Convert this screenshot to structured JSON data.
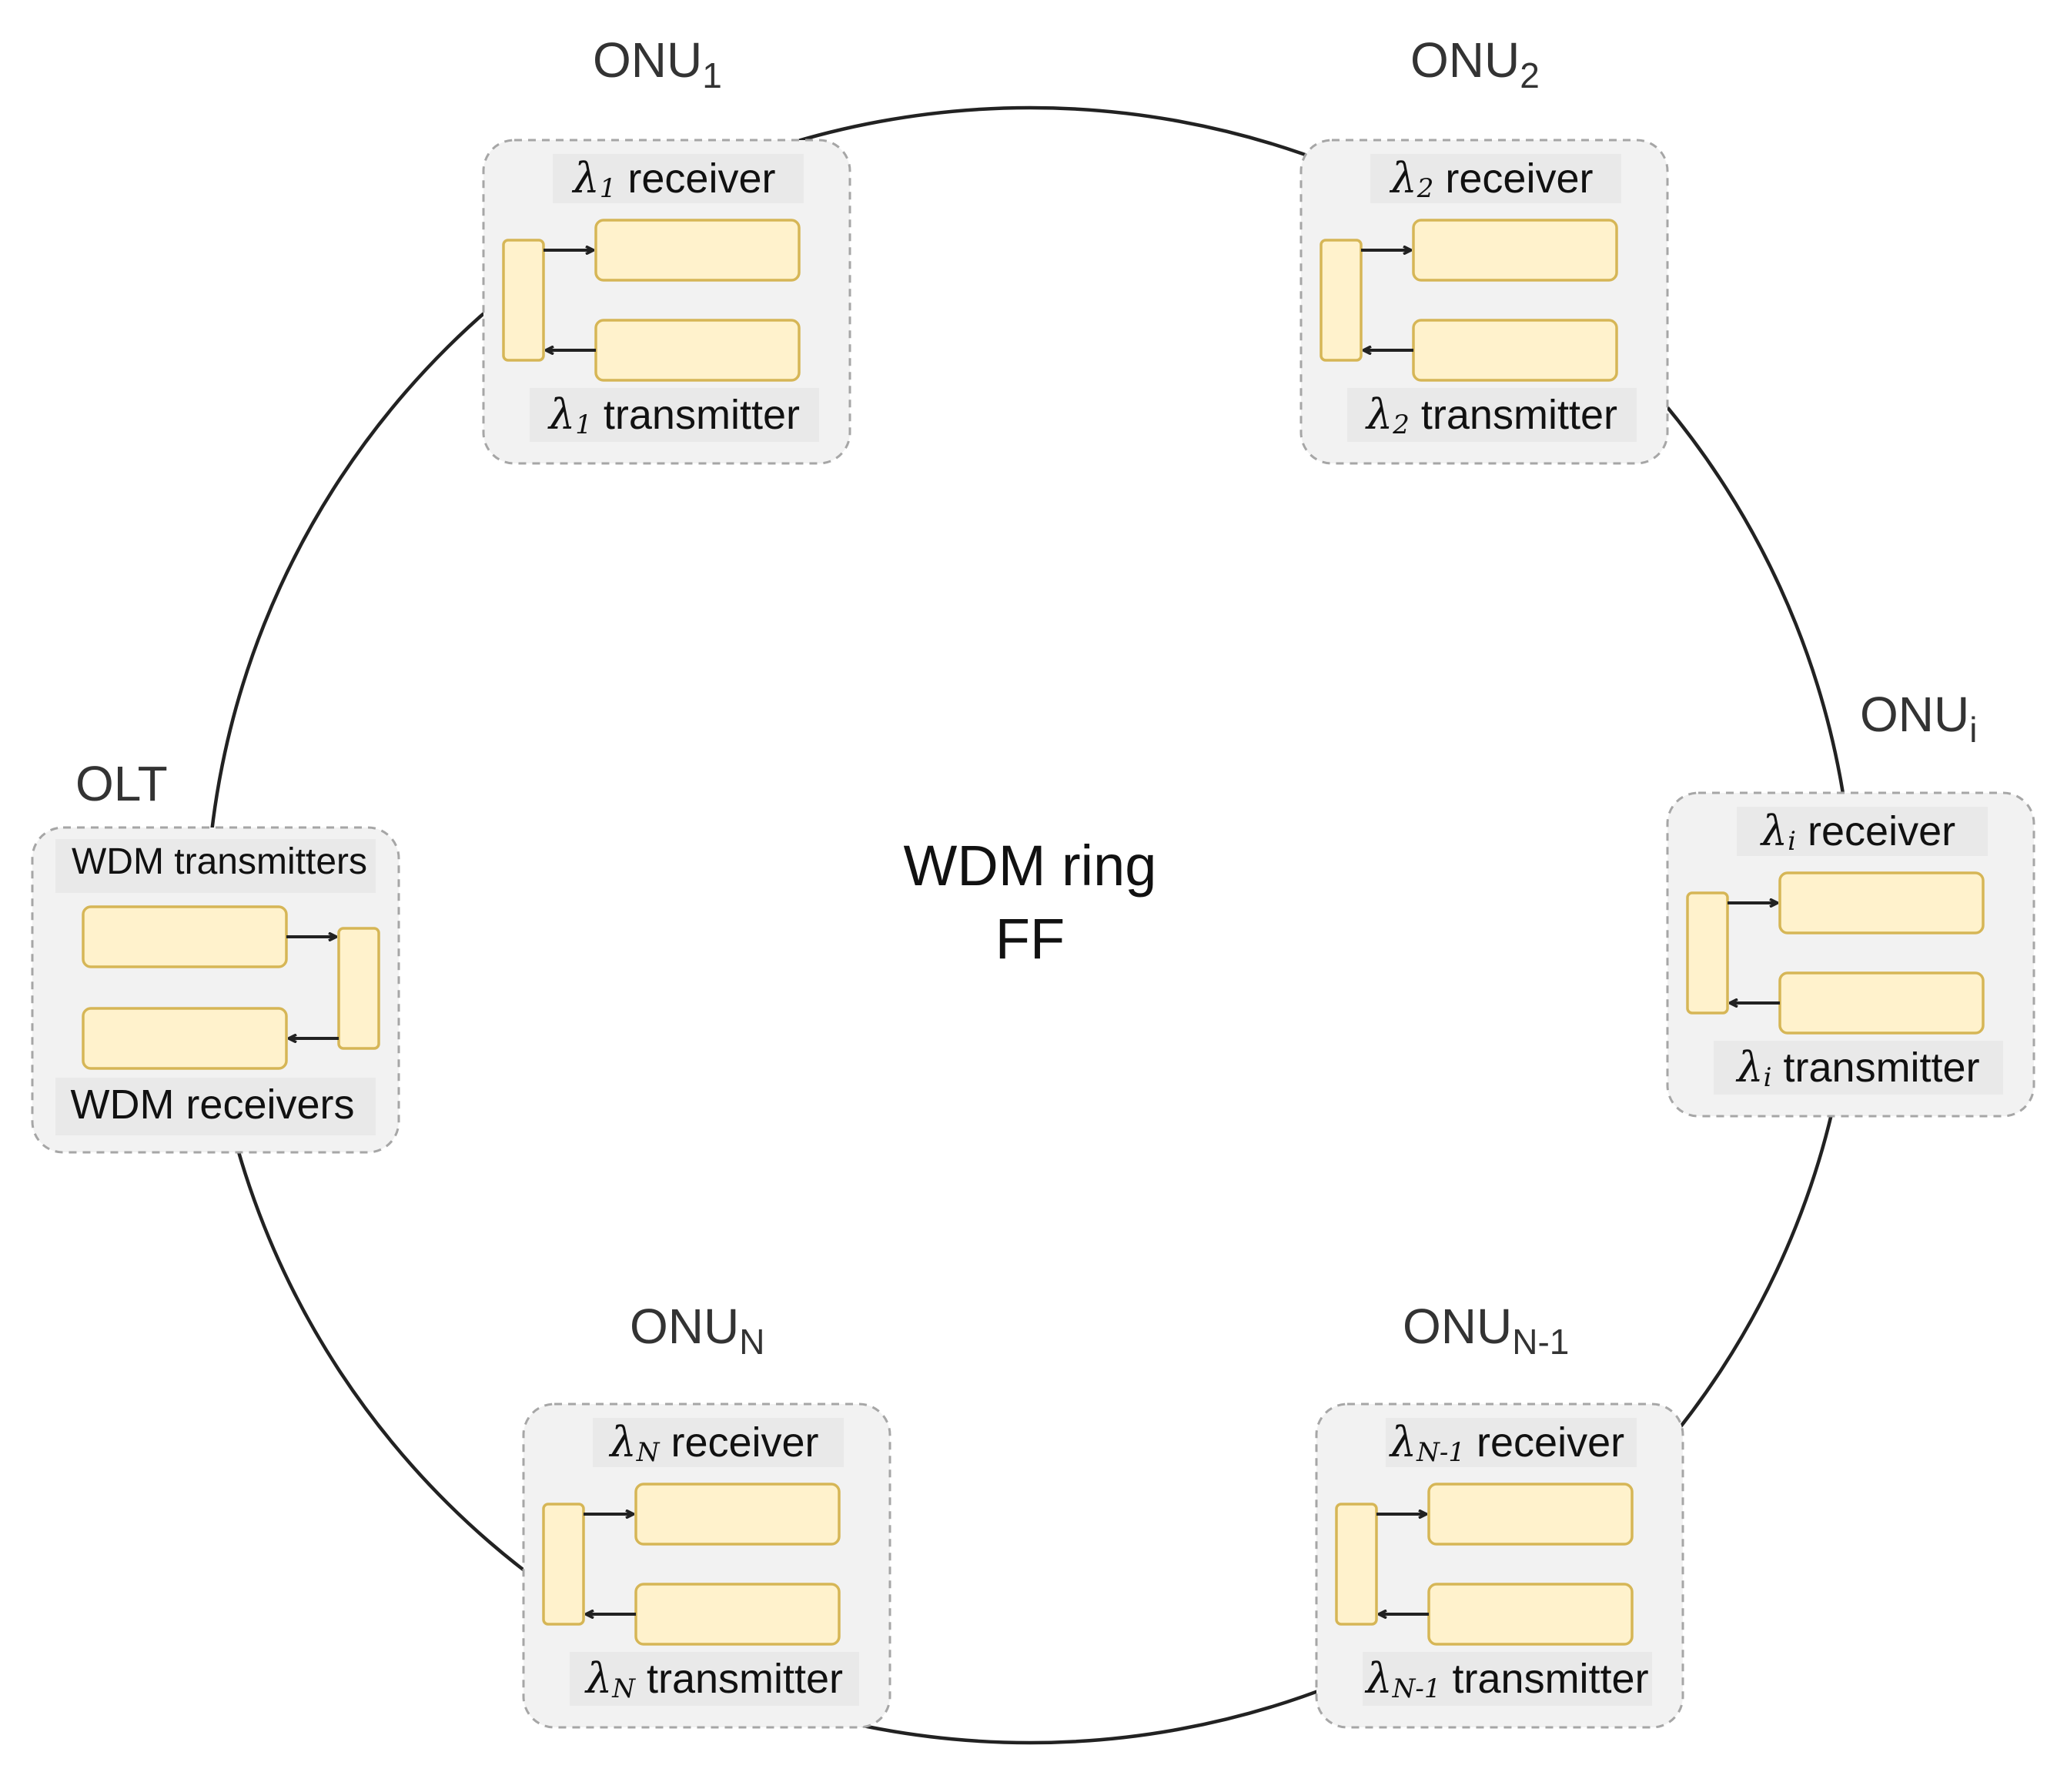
{
  "center": {
    "line1": "WDM ring",
    "line2": "FF"
  },
  "olt": {
    "title": "OLT",
    "transmitters_label": "WDM transmitters",
    "receivers_label": "WDM receivers"
  },
  "onus": [
    {
      "id": "onu-1",
      "title": "ONU",
      "title_sub": "1",
      "symbol": "λ",
      "symbol_sub": "1",
      "receiver_label": "receiver",
      "transmitter_label": "transmitter"
    },
    {
      "id": "onu-2",
      "title": "ONU",
      "title_sub": "2",
      "symbol": "λ",
      "symbol_sub": "2",
      "receiver_label": "receiver",
      "transmitter_label": "transmitter"
    },
    {
      "id": "onu-i",
      "title": "ONU",
      "title_sub": "i",
      "symbol": "λ",
      "symbol_sub": "i",
      "receiver_label": "receiver",
      "transmitter_label": "transmitter"
    },
    {
      "id": "onu-n-1",
      "title": "ONU",
      "title_sub": "N-1",
      "symbol": "λ",
      "symbol_sub": "N-1",
      "receiver_label": "receiver",
      "transmitter_label": "transmitter"
    },
    {
      "id": "onu-n",
      "title": "ONU",
      "title_sub": "N",
      "symbol": "λ",
      "symbol_sub": "N",
      "receiver_label": "receiver",
      "transmitter_label": "transmitter"
    }
  ],
  "colors": {
    "ring": "#222222",
    "node_fill": "#f2f2f2",
    "node_border": "#a6a6a6",
    "component_fill": "#fff2cc",
    "component_border": "#d6b656"
  }
}
